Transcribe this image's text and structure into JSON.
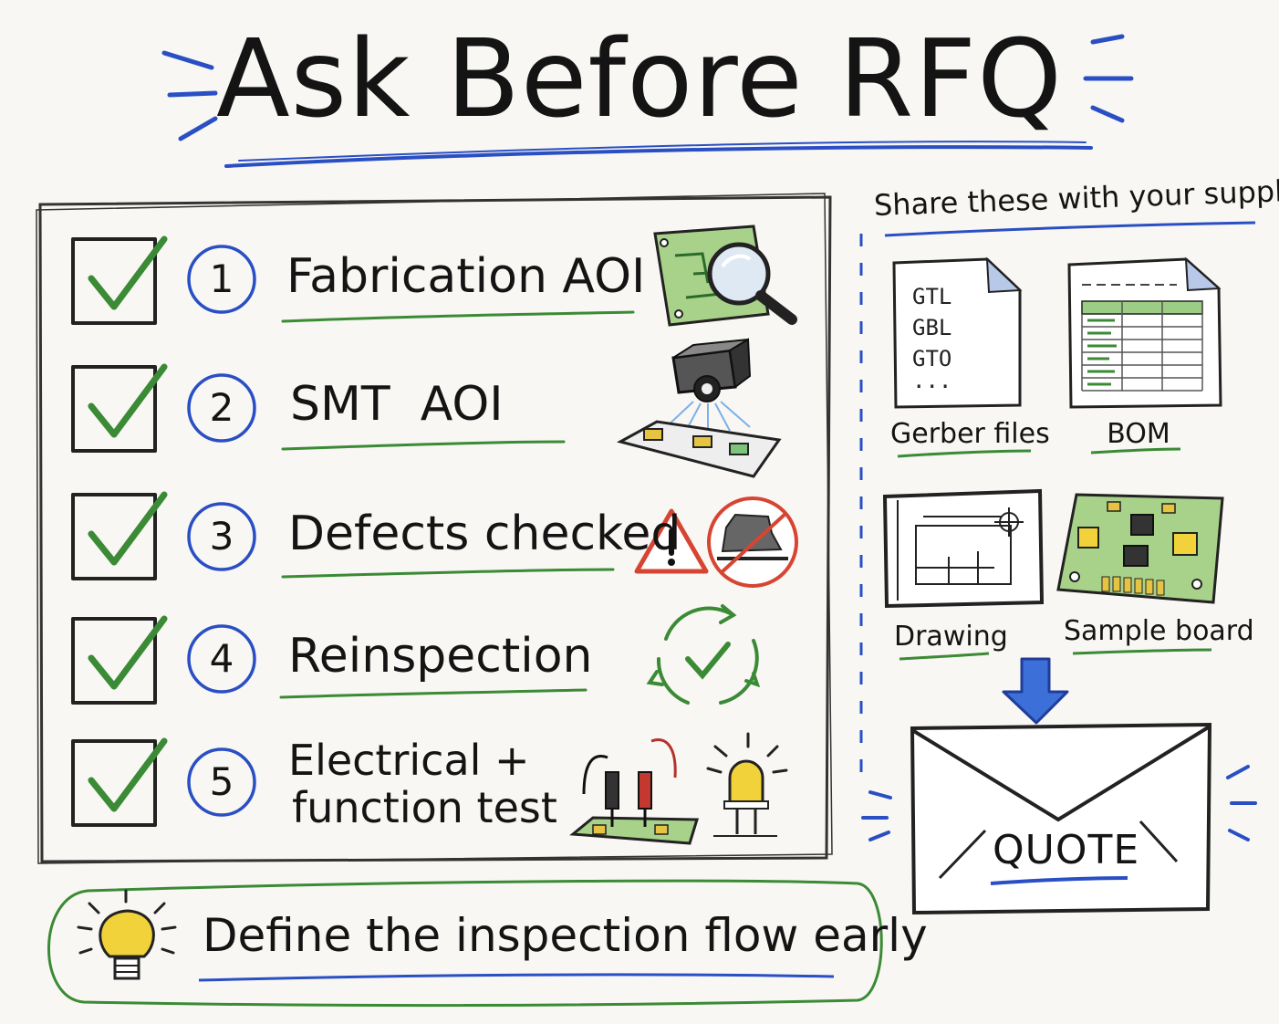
{
  "title": "Ask Before RFQ",
  "checklist": [
    {
      "number": "1",
      "label": "Fabrication AOI"
    },
    {
      "number": "2",
      "label": "SMT  AOI"
    },
    {
      "number": "3",
      "label": "Defects checked"
    },
    {
      "number": "4",
      "label": "Reinspection"
    },
    {
      "number": "5",
      "label_line1": "Electrical +",
      "label_line2": "function test"
    }
  ],
  "share": {
    "header": "Share these with your supplier",
    "gerber_lines": [
      "GTL",
      "GBL",
      "GTO",
      "..."
    ],
    "items": [
      "Gerber files",
      "BOM",
      "Drawing",
      "Sample board"
    ],
    "envelope_label": "QUOTE"
  },
  "tip": "Define the inspection flow early",
  "colors": {
    "ink": "#141414",
    "blue": "#2a4fc4",
    "green": "#3b8a35",
    "red": "#d64532",
    "yellow": "#f2d23b"
  }
}
